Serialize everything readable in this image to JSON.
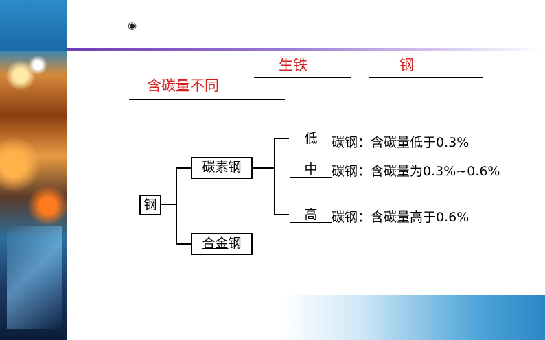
{
  "slide": {
    "bullet": "◉",
    "fill_in": {
      "answer_1": "含碳量不同",
      "answer_2": "生铁",
      "answer_3": "钢"
    },
    "diagram": {
      "root": "钢",
      "branch_carbon": "碳素钢",
      "branch_alloy_part1": "合金",
      "branch_alloy_part2": "钢",
      "leaves": [
        {
          "blank": "低",
          "text": "碳钢：含碳量低于0.3%"
        },
        {
          "blank": "中",
          "text": "碳钢：含碳量为0.3%~0.6%"
        },
        {
          "blank": "高",
          "text": "碳钢：含碳量高于0.6%"
        }
      ]
    }
  },
  "colors": {
    "accent_red": "#d61f1f",
    "purple_bar": "#6b3fb3",
    "blue_band": "#2b86c6"
  }
}
